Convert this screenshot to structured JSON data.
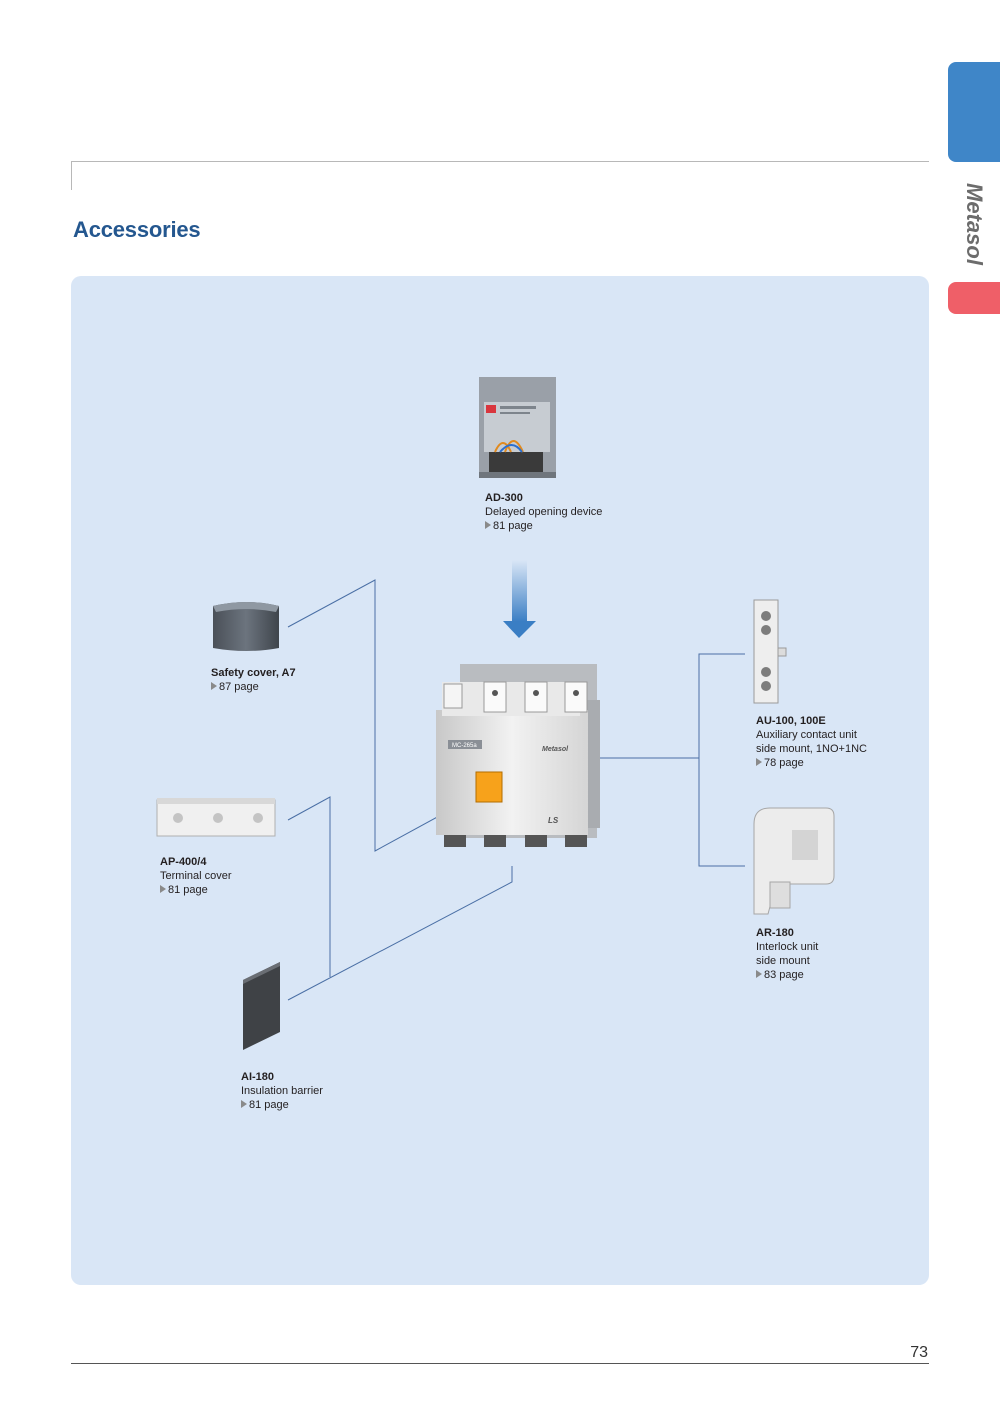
{
  "header": {
    "title": "Accessories",
    "side_tab_label": "Metasol",
    "colors": {
      "title": "#24578f",
      "tab_blue": "#3f86c8",
      "tab_red": "#ef5f68",
      "panel": "#d9e6f6"
    }
  },
  "main_contactor": {
    "brand": "Metasol",
    "model_label": "MC-265a",
    "logo": "LS"
  },
  "accessories": [
    {
      "code": "AD-300",
      "desc_lines": [
        "Delayed opening device"
      ],
      "page": "81 page"
    },
    {
      "code": "Safety cover, A7",
      "desc_lines": [],
      "page": "87 page"
    },
    {
      "code": "AU-100, 100E",
      "desc_lines": [
        "Auxiliary contact unit",
        "side mount, 1NO+1NC"
      ],
      "page": "78 page"
    },
    {
      "code": "AP-400/4",
      "desc_lines": [
        "Terminal cover"
      ],
      "page": "81 page"
    },
    {
      "code": "AR-180",
      "desc_lines": [
        "Interlock unit",
        "side mount"
      ],
      "page": "83 page"
    },
    {
      "code": "AI-180",
      "desc_lines": [
        "Insulation barrier"
      ],
      "page": "81 page"
    }
  ],
  "footer": {
    "page_number": "73"
  }
}
